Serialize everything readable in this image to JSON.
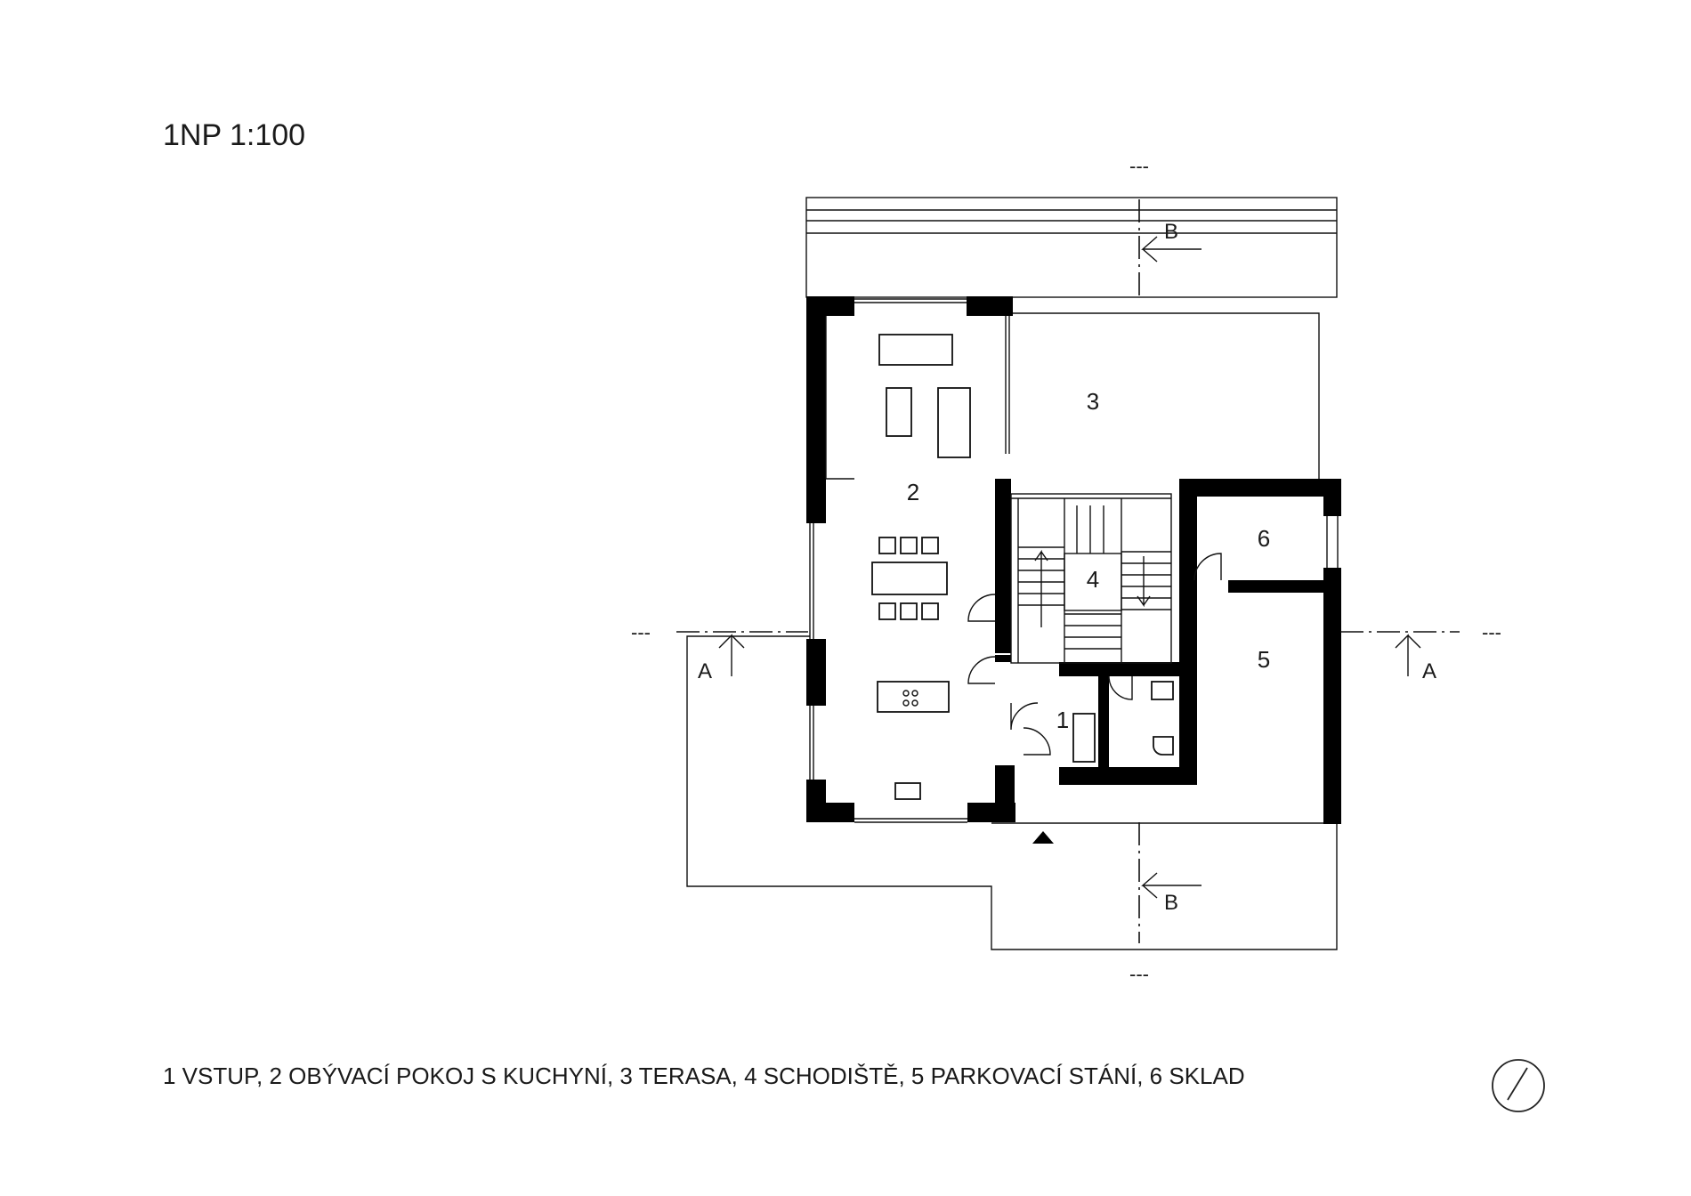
{
  "title": "1NP 1:100",
  "rooms": [
    {
      "number": "1"
    },
    {
      "number": "2"
    },
    {
      "number": "3"
    },
    {
      "number": "4"
    },
    {
      "number": "5"
    },
    {
      "number": "6"
    }
  ],
  "sections": {
    "a_label": "A",
    "b_label": "B",
    "end_mark": "---"
  },
  "legend": "1 VSTUP, 2 OBÝVACÍ POKOJ S KUCHYNÍ, 3 TERASA, 4 SCHODIŠTĚ, 5 PARKOVACÍ STÁNÍ, 6 SKLAD"
}
